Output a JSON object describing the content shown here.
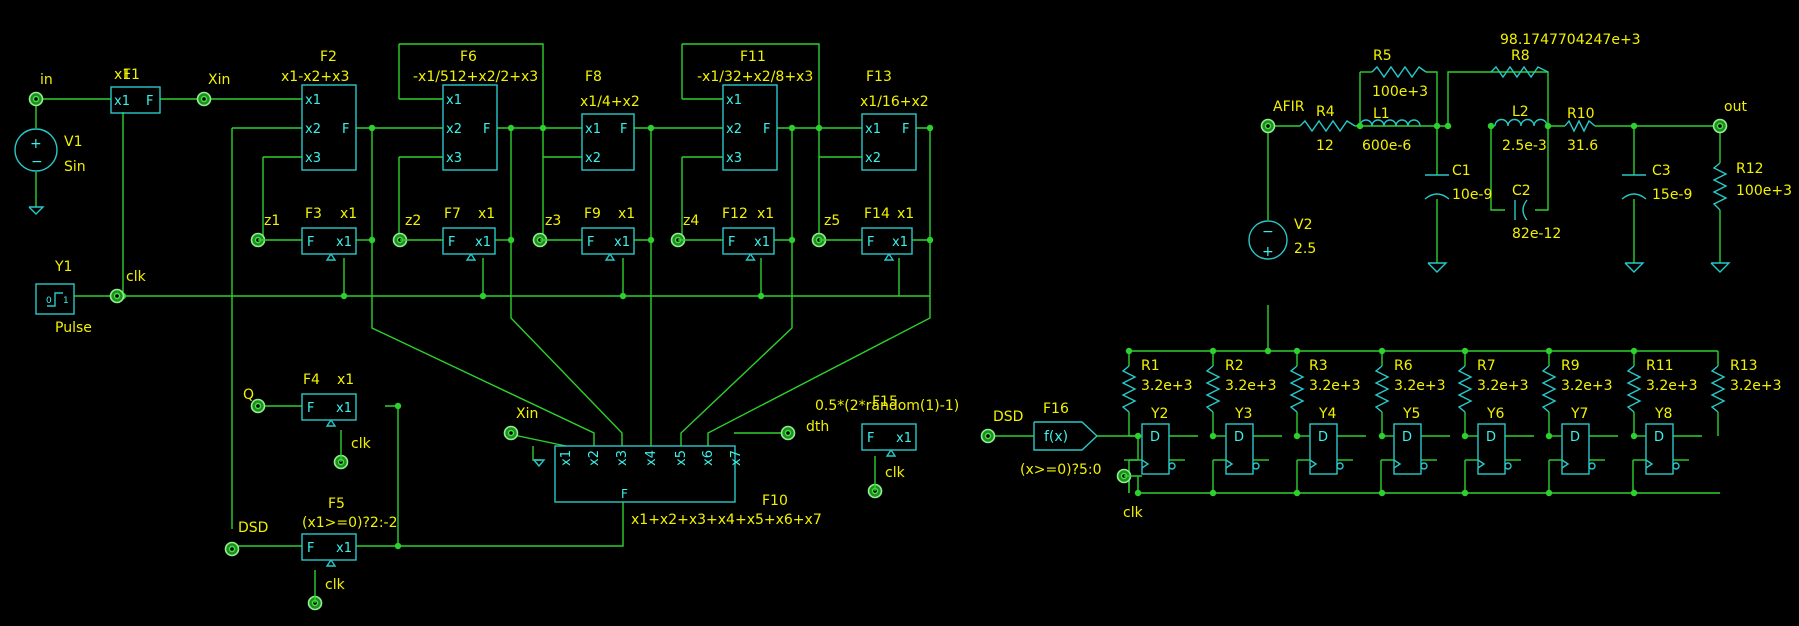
{
  "nets": {
    "in": "in",
    "xin": "Xin",
    "xin2": "Xin",
    "clk_main": "clk",
    "z1": "z1",
    "z2": "z2",
    "z3": "z3",
    "z4": "z4",
    "z5": "z5",
    "q": "Q",
    "dsd": "DSD",
    "dsd2": "DSD",
    "dth": "dth",
    "clk_f4": "clk",
    "clk_f5": "clk",
    "clk_f15": "clk",
    "clk_dac": "clk",
    "afir": "AFIR",
    "out": "out"
  },
  "blocks": {
    "F1": {
      "ref": "F1",
      "expr": "x1",
      "pins": [
        "x1",
        "F"
      ]
    },
    "F2": {
      "ref": "F2",
      "expr": "x1-x2+x3",
      "pins": [
        "x1",
        "x2",
        "x3",
        "F"
      ]
    },
    "F6": {
      "ref": "F6",
      "expr": "-x1/512+x2/2+x3",
      "pins": [
        "x1",
        "x2",
        "x3",
        "F"
      ]
    },
    "F8": {
      "ref": "F8",
      "expr": "x1/4+x2",
      "pins": [
        "x1",
        "x2",
        "F"
      ]
    },
    "F11": {
      "ref": "F11",
      "expr": "-x1/32+x2/8+x3",
      "pins": [
        "x1",
        "x2",
        "x3",
        "F"
      ]
    },
    "F13": {
      "ref": "F13",
      "expr": "x1/16+x2",
      "pins": [
        "x1",
        "x2",
        "F"
      ]
    },
    "F3": {
      "ref": "F3",
      "expr": "x1",
      "pins": [
        "F",
        "x1"
      ]
    },
    "F7": {
      "ref": "F7",
      "expr": "x1",
      "pins": [
        "F",
        "x1"
      ]
    },
    "F9": {
      "ref": "F9",
      "expr": "x1",
      "pins": [
        "F",
        "x1"
      ]
    },
    "F12": {
      "ref": "F12",
      "expr": "x1",
      "pins": [
        "F",
        "x1"
      ]
    },
    "F14": {
      "ref": "F14",
      "expr": "x1",
      "pins": [
        "F",
        "x1"
      ]
    },
    "F4": {
      "ref": "F4",
      "expr": "x1",
      "pins": [
        "F",
        "x1"
      ]
    },
    "F5": {
      "ref": "F5",
      "expr": "(x1>=0)?2:-2",
      "pins": [
        "F",
        "x1"
      ]
    },
    "F15": {
      "ref": "F15",
      "expr": "0.5*(2*random(1)-1)",
      "pins": [
        "F",
        "x1"
      ]
    },
    "F10": {
      "ref": "F10",
      "expr": "x1+x2+x3+x4+x5+x6+x7",
      "pins": [
        "x1",
        "x2",
        "x3",
        "x4",
        "x5",
        "x6",
        "x7",
        "F"
      ]
    },
    "F16": {
      "ref": "F16",
      "expr": "(x>=0)?5:0",
      "body": "f(x)"
    }
  },
  "sources": {
    "V1": {
      "ref": "V1",
      "value": "Sin"
    },
    "Y1": {
      "ref": "Y1",
      "value": "Pulse",
      "icon_lo": "0",
      "icon_hi": "1"
    },
    "V2": {
      "ref": "V2",
      "value": "2.5"
    }
  },
  "passives": {
    "R4": {
      "ref": "R4",
      "value": "12"
    },
    "R5": {
      "ref": "R5",
      "value": "100e+3"
    },
    "L1": {
      "ref": "L1",
      "value": "600e-6"
    },
    "C1": {
      "ref": "C1",
      "value": "10e-9"
    },
    "R8": {
      "ref": "R8",
      "value": "98.1747704247e+3"
    },
    "L2": {
      "ref": "L2",
      "value": "2.5e-3"
    },
    "C2": {
      "ref": "C2",
      "value": "82e-12"
    },
    "R10": {
      "ref": "R10",
      "value": "31.6"
    },
    "C3": {
      "ref": "C3",
      "value": "15e-9"
    },
    "R12": {
      "ref": "R12",
      "value": "100e+3"
    }
  },
  "dac_resistors": [
    {
      "ref": "R1",
      "value": "3.2e+3"
    },
    {
      "ref": "R2",
      "value": "3.2e+3"
    },
    {
      "ref": "R3",
      "value": "3.2e+3"
    },
    {
      "ref": "R6",
      "value": "3.2e+3"
    },
    {
      "ref": "R7",
      "value": "3.2e+3"
    },
    {
      "ref": "R9",
      "value": "3.2e+3"
    },
    {
      "ref": "R11",
      "value": "3.2e+3"
    },
    {
      "ref": "R13",
      "value": "3.2e+3"
    }
  ],
  "flipflops": [
    {
      "ref": "Y2",
      "label": "D"
    },
    {
      "ref": "Y3",
      "label": "D"
    },
    {
      "ref": "Y4",
      "label": "D"
    },
    {
      "ref": "Y5",
      "label": "D"
    },
    {
      "ref": "Y6",
      "label": "D"
    },
    {
      "ref": "Y7",
      "label": "D"
    },
    {
      "ref": "Y8",
      "label": "D"
    }
  ],
  "colors": {
    "background": "#000000",
    "wire": "#2dd12d",
    "component": "#28c8c8",
    "label": "#f2f200"
  }
}
